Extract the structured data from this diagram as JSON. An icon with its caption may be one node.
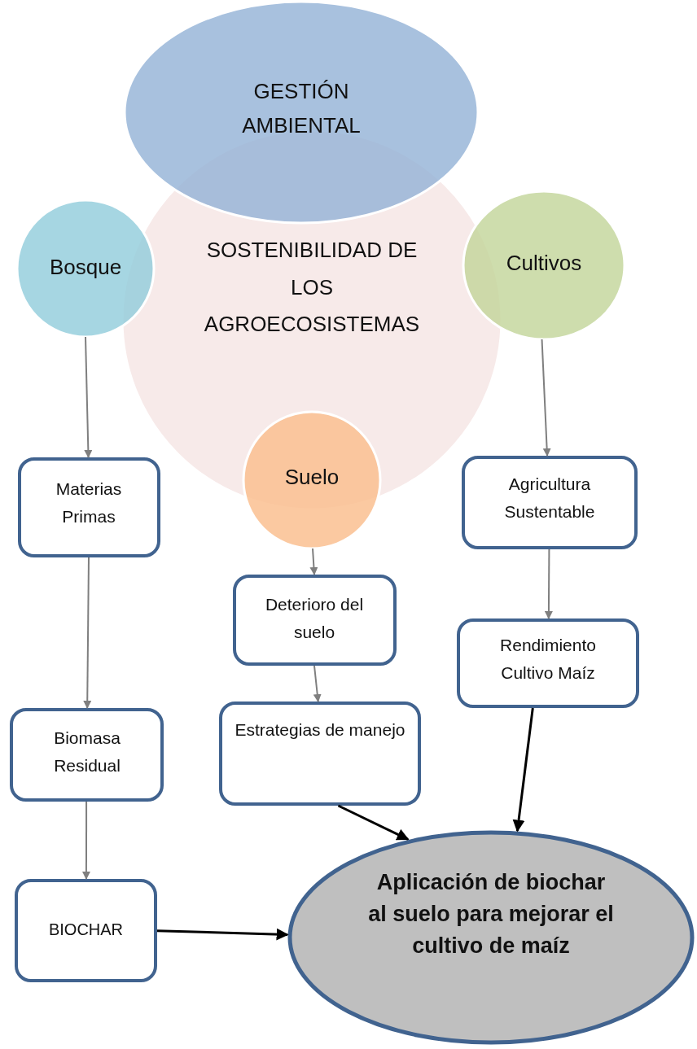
{
  "diagram": {
    "nodes": [
      {
        "text": [
          "GESTIÓN AMBIENTAL"
        ]
      },
      {
        "text": [
          "SOSTENIBILIDAD DE LOS AGROECOSISTEMAS"
        ]
      },
      {
        "text": [
          "Bosque"
        ]
      },
      {
        "text": [
          "Cultivos"
        ]
      },
      {
        "text": [
          "Suelo"
        ]
      },
      {
        "text": [
          "Materias Primas"
        ]
      },
      {
        "text": [
          "Biomasa Residual"
        ]
      },
      {
        "text": [
          "BIOCHAR"
        ]
      },
      {
        "text": [
          "Deterioro del suelo"
        ]
      },
      {
        "text": [
          "Estrategias de manejo"
        ]
      },
      {
        "text": [
          "Agricultura Sustentable"
        ]
      },
      {
        "text": [
          "Rendimiento Cultivo Maíz"
        ]
      },
      {
        "text": [
          "Aplicación de biochar al suelo para mejorar el cultivo de maíz"
        ]
      }
    ],
    "edges": [
      {
        "from": 2,
        "to": 5,
        "arrow": "to"
      },
      {
        "from": 5,
        "to": 6,
        "arrow": "to"
      },
      {
        "from": 6,
        "to": 7,
        "arrow": "to"
      },
      {
        "from": 4,
        "to": 8,
        "arrow": "to"
      },
      {
        "from": 8,
        "to": 9,
        "arrow": "to"
      },
      {
        "from": 3,
        "to": 10,
        "arrow": "to"
      },
      {
        "from": 10,
        "to": 11,
        "arrow": "to"
      },
      {
        "from": 9,
        "to": 12,
        "arrow": "to",
        "color": "#000000"
      },
      {
        "from": 11,
        "to": 12,
        "arrow": "to",
        "color": "#000000"
      },
      {
        "from": 7,
        "to": 12,
        "arrow": "to",
        "color": "#000000"
      }
    ]
  }
}
